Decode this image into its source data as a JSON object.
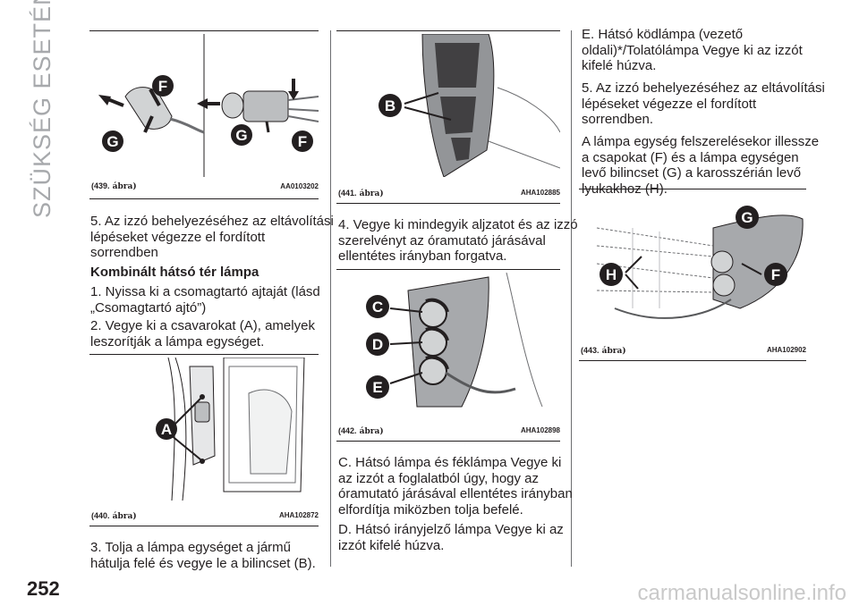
{
  "section_title": "SZÜKSÉG ESETÉN",
  "page_number": "252",
  "watermark": "carmanualsonline.info",
  "figures": {
    "f439": {
      "caption_num": "(439.",
      "caption_word": " ábra)",
      "code": "AA0103202",
      "labels": [
        "F",
        "G",
        "G",
        "F"
      ]
    },
    "f440": {
      "caption_num": "(440.",
      "caption_word": " ábra)",
      "code": "AHA102872",
      "labels": [
        "A"
      ]
    },
    "f441": {
      "caption_num": "(441.",
      "caption_word": " ábra)",
      "code": "AHA102885",
      "labels": [
        "B"
      ]
    },
    "f442": {
      "caption_num": "(442.",
      "caption_word": " ábra)",
      "code": "AHA102898",
      "labels": [
        "C",
        "D",
        "E"
      ]
    },
    "f443": {
      "caption_num": "(443.",
      "caption_word": " ábra)",
      "code": "AHA102902",
      "labels": [
        "G",
        "H",
        "F"
      ]
    }
  },
  "col1": {
    "p1": [
      "5. Az izzó behelyezéséhez az eltávolítási",
      "lépéseket végezze el fordított",
      "sorrendben"
    ],
    "heading": "Kombinált hátsó tér lámpa",
    "p2": [
      "1. Nyissa ki a csomagtartó ajtaját (lásd",
      "„Csomagtartó ajtó”)"
    ],
    "p3": [
      "2. Vegye ki a csavarokat (A), amelyek",
      "leszorítják a lámpa egységet."
    ],
    "p4": [
      "3. Tolja a lámpa egységet a jármű",
      "hátulja felé és vegye le a bilincset (B)."
    ]
  },
  "col2": {
    "p1": [
      "4. Vegye ki mindegyik aljzatot és az izzó",
      "szerelvényt az óramutató járásával",
      "ellentétes irányban forgatva."
    ],
    "p2": [
      "C. Hátsó lámpa és féklámpa Vegye ki",
      "az izzót a foglalatból úgy, hogy az",
      "óramutató járásával ellentétes irányban",
      "elfordítja miközben tolja befelé."
    ],
    "p3": [
      "D. Hátsó irányjelző lámpa Vegye ki az",
      "izzót kifelé húzva."
    ]
  },
  "col3": {
    "p1": [
      "E. Hátsó ködlámpa (vezető",
      "oldali)*/Tolatólámpa Vegye ki az izzót",
      "kifelé húzva."
    ],
    "p2": [
      "5. Az izzó behelyezéséhez az eltávolítási",
      "lépéseket végezze el fordított",
      "sorrendben."
    ],
    "p3": [
      "A lámpa egység felszerelésekor illessze",
      "a csapokat (F) és a lámpa egységen",
      "levő bilincset (G) a karosszérián levő",
      "lyukakhoz (H)."
    ]
  }
}
